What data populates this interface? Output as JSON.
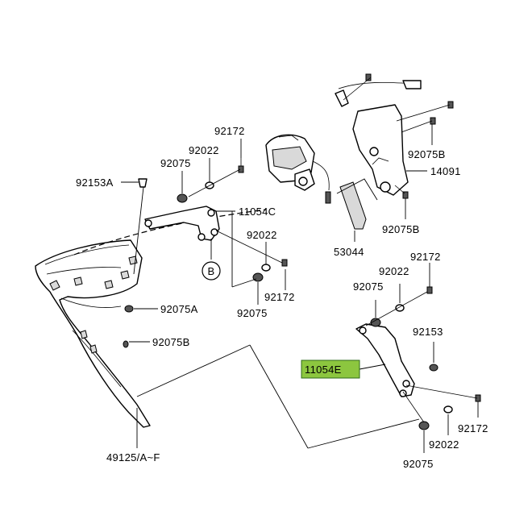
{
  "labels": {
    "p92172_a": "92172",
    "p92022_a": "92022",
    "p92075_a": "92075",
    "p92153A": "92153A",
    "p11054C": "11054C",
    "p92022_b": "92022",
    "p92172_b": "92172",
    "p92075_b": "92075",
    "p92075A": "92075A",
    "p92075B_left": "92075B",
    "p49125": "49125/A~F",
    "p92075B_top": "92075B",
    "p14091": "14091",
    "p92075B_mid": "92075B",
    "p53044": "53044",
    "p92172_c": "92172",
    "p92022_c": "92022",
    "p92075_c": "92075",
    "p92153": "92153",
    "p11054E": "11054E",
    "p92172_d": "92172",
    "p92022_d": "92022",
    "p92075_d": "92075",
    "callout_B": "B"
  },
  "colors": {
    "highlight": "#8cc63f",
    "highlight_border": "#2f6b1a",
    "line": "#000000"
  }
}
